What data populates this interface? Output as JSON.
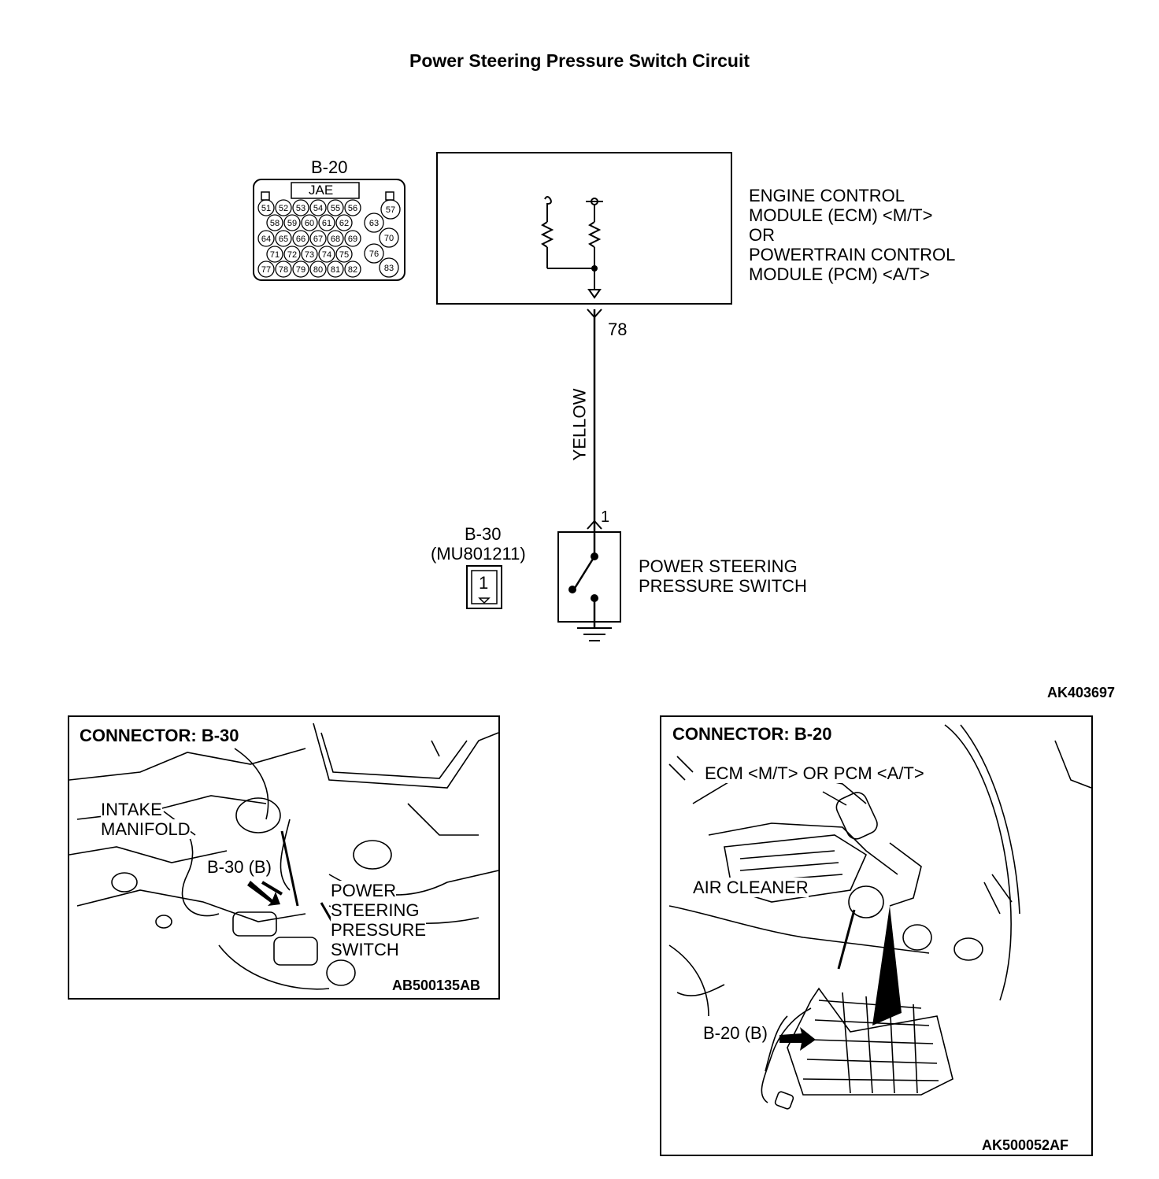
{
  "title": "Power Steering Pressure Switch Circuit",
  "connector_b20": {
    "label": "B-20",
    "maker": "JAE",
    "pins": [
      "51",
      "52",
      "53",
      "54",
      "55",
      "56",
      "57",
      "58",
      "59",
      "60",
      "61",
      "62",
      "63",
      "64",
      "65",
      "66",
      "67",
      "68",
      "69",
      "70",
      "71",
      "72",
      "73",
      "74",
      "75",
      "76",
      "77",
      "78",
      "79",
      "80",
      "81",
      "82",
      "83"
    ]
  },
  "ecm": {
    "line1": "ENGINE CONTROL",
    "line2": "MODULE (ECM) <M/T>",
    "line3": "OR",
    "line4": "POWERTRAIN CONTROL",
    "line5": "MODULE (PCM) <A/T>",
    "pin": "78"
  },
  "wire": {
    "color_label": "YELLOW"
  },
  "switch": {
    "pin": "1",
    "connector": "B-30",
    "part_number": "(MU801211)",
    "connector_pin": "1",
    "line1": "POWER STEERING",
    "line2": "PRESSURE SWITCH"
  },
  "diagram_code": "AK403697",
  "panel_b30": {
    "heading": "CONNECTOR: B-30",
    "intake1": "INTAKE",
    "intake2": "MANIFOLD",
    "connector": "B-30 (B)",
    "sw1": "POWER",
    "sw2": "STEERING",
    "sw3": "PRESSURE",
    "sw4": "SWITCH",
    "code": "AB500135AB"
  },
  "panel_b20": {
    "heading": "CONNECTOR: B-20",
    "ecm_label": "ECM <M/T> OR PCM <A/T>",
    "air_cleaner": "AIR CLEANER",
    "connector": "B-20 (B)",
    "code": "AK500052AF"
  }
}
